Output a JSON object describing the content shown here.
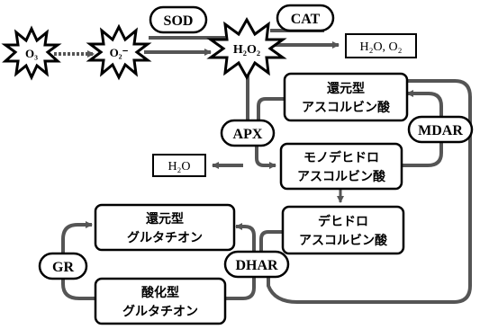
{
  "diagram": {
    "nodes": {
      "o3": "O₃",
      "o2": "O₂⁻",
      "h2o2": "H₂O₂",
      "products": "H₂O, O₂",
      "h2o": "H₂O",
      "asa_line1": "還元型",
      "asa_line2": "アスコルビン酸",
      "mdha_line1": "モノデヒドロ",
      "mdha_line2": "アスコルビン酸",
      "dha_line1": "デヒドロ",
      "dha_line2": "アスコルビン酸",
      "gsh_line1": "還元型",
      "gsh_line2": "グルタチオン",
      "gssg_line1": "酸化型",
      "gssg_line2": "グルタチオン"
    },
    "enzymes": {
      "sod": "SOD",
      "cat": "CAT",
      "apx": "APX",
      "mdar": "MDAR",
      "dhar": "DHAR",
      "gr": "GR"
    },
    "colors": {
      "stroke": "#000000",
      "arrow": "#555555",
      "background": "#ffffff"
    }
  }
}
